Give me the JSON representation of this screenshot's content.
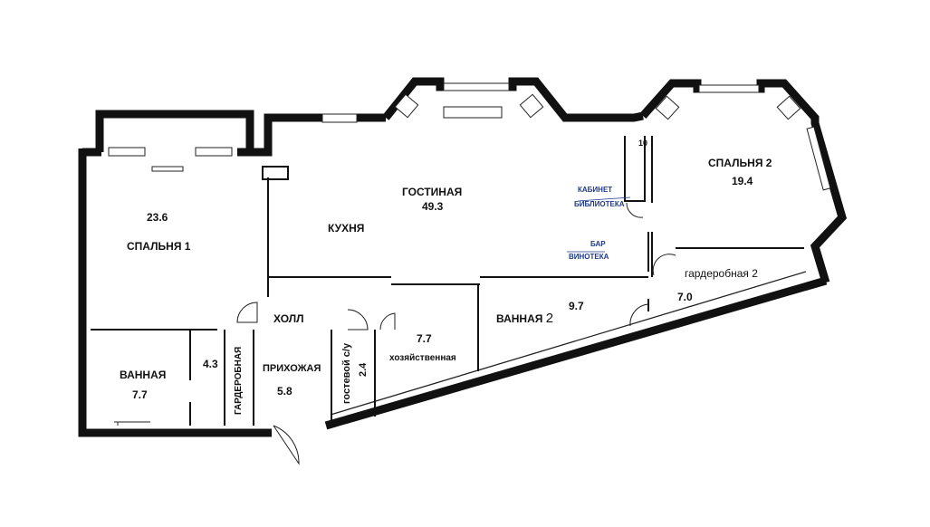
{
  "rooms": {
    "bedroom1": {
      "name": "СПАЛЬНЯ 1",
      "area": "23.6"
    },
    "living": {
      "name": "ГОСТИНАЯ",
      "area": "49.3"
    },
    "kitchen": {
      "name": "КУХНЯ"
    },
    "bedroom2": {
      "name": "СПАЛЬНЯ 2",
      "area": "19.4"
    },
    "bath1": {
      "name": "ВАННАЯ",
      "area": "7.7"
    },
    "wardrobe1": {
      "name": "ГАРДЕРОБНАЯ",
      "area": "4.3"
    },
    "hall": {
      "name": "ХОЛЛ"
    },
    "entry": {
      "name": "ПРИХОЖАЯ",
      "area": "5.8"
    },
    "guest_wc": {
      "name": "гостевой с/у",
      "area": "2.4"
    },
    "utility": {
      "name": "хозяйственная",
      "area": "7.7"
    },
    "bath2": {
      "name": "ВАННАЯ",
      "suffix": "2",
      "area": "9.7"
    },
    "wardrobe2": {
      "name": "гардеробная 2",
      "area": "7.0"
    },
    "cabinet": {
      "line1": "КАБИНЕТ",
      "line2": "БИБЛИОТЕКА"
    },
    "bar": {
      "line1": "БАР",
      "line2": "ВИНОТЕКА"
    },
    "small_mark": "10"
  },
  "colors": {
    "wall": "#111111",
    "annotation": "#1e3a8a"
  }
}
